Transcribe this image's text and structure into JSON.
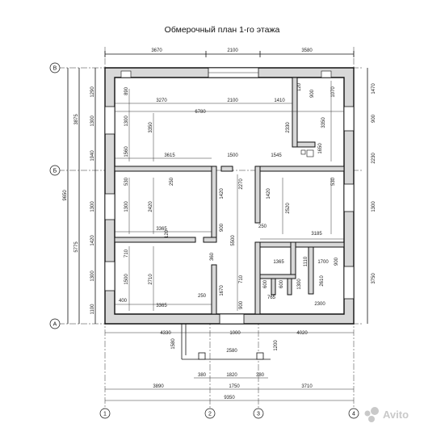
{
  "title": "Обмерочный план 1-го этажа",
  "axes": {
    "a": "А",
    "b": "Б",
    "v": "В",
    "n1": "1",
    "n2": "2",
    "n3": "3",
    "n4": "4"
  },
  "top_dims": {
    "d1": "3670",
    "d2": "2100",
    "d3": "3580"
  },
  "bottom_dims": {
    "d1": "3890",
    "d2": "1750",
    "d3": "3710",
    "total": "9350"
  },
  "porch_dims": {
    "a": "4330",
    "b": "1000",
    "c": "4020",
    "d": "1580",
    "e": "2580",
    "f": "380",
    "g": "1820",
    "h": "380",
    "i": "1200"
  },
  "left_dims": {
    "l1": "1290",
    "l2": "1300",
    "l3": "1940",
    "l4": "1300",
    "l5": "1420",
    "l6": "1300",
    "l7": "1100",
    "l8": "3875",
    "l9": "5775",
    "l10": "9650"
  },
  "right_dims": {
    "r1": "1470",
    "r2": "900",
    "r3": "2230",
    "r4": "1300",
    "r5": "3750"
  },
  "inner_dims": {
    "i890": "890",
    "i3270": "3270",
    "i2100": "2100",
    "i1410": "1410",
    "i120": "120",
    "i900a": "900",
    "i1070": "1070",
    "i6780": "6780",
    "i1300a": "1300",
    "i3350a": "3350",
    "i2330": "2330",
    "i3350b": "3350",
    "i1650": "1650",
    "i1560": "1560",
    "i3615": "3615",
    "i1500": "1500",
    "i1545": "1545",
    "i530": "530",
    "i250a": "250",
    "i1420a": "1420",
    "i2270": "2270",
    "i1420b": "1420",
    "i530b": "530",
    "i2420": "2420",
    "i2520": "2520",
    "i1300b": "1300",
    "i3365a": "3365",
    "i900b": "900",
    "i250b": "250",
    "i120b": "120",
    "i3185": "3185",
    "i5500": "5500",
    "i360": "360",
    "i1365": "1365",
    "i1110": "1110",
    "i1700": "1700",
    "i900c": "900",
    "i710a": "710",
    "i600a": "600",
    "i600b": "600",
    "i2610": "2610",
    "i1500b": "1500",
    "i2710": "2710",
    "i1670": "1670",
    "i1300c": "1300",
    "i765": "765",
    "i2300": "2300",
    "i400": "400",
    "i3365b": "3365",
    "i250c": "250",
    "i710b": "710",
    "i900d": "900"
  },
  "watermark": "Avito"
}
